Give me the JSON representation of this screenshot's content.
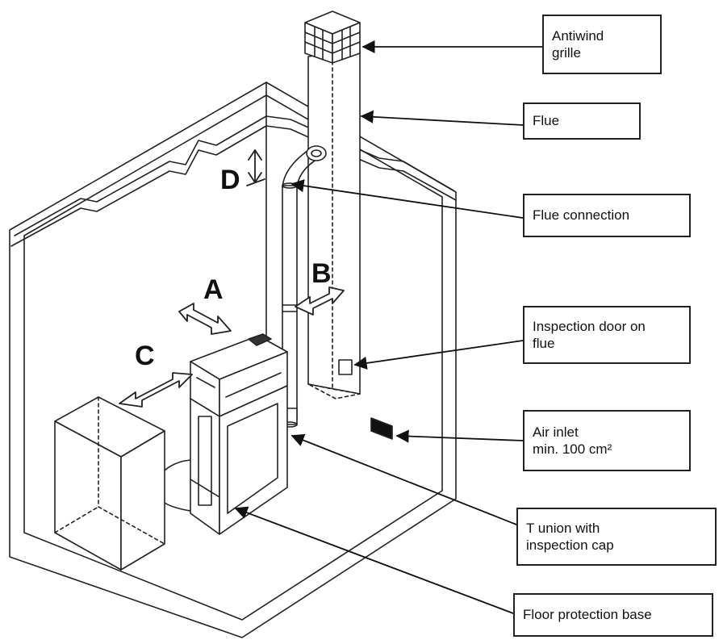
{
  "callouts": {
    "antiwind_grille": "Antiwind\ngrille",
    "flue": "Flue",
    "flue_connection": "Flue connection",
    "inspection_door": "Inspection door on\nflue",
    "air_inlet_line1": "Air inlet",
    "air_inlet_line2": "min. 100 cm²",
    "t_union": "T union with\ninspection cap",
    "floor_base": "Floor protection base"
  },
  "dimensions": {
    "a": "A",
    "b": "B",
    "c": "C",
    "d": "D"
  },
  "colors": {
    "line": "#222222",
    "background": "#ffffff"
  }
}
